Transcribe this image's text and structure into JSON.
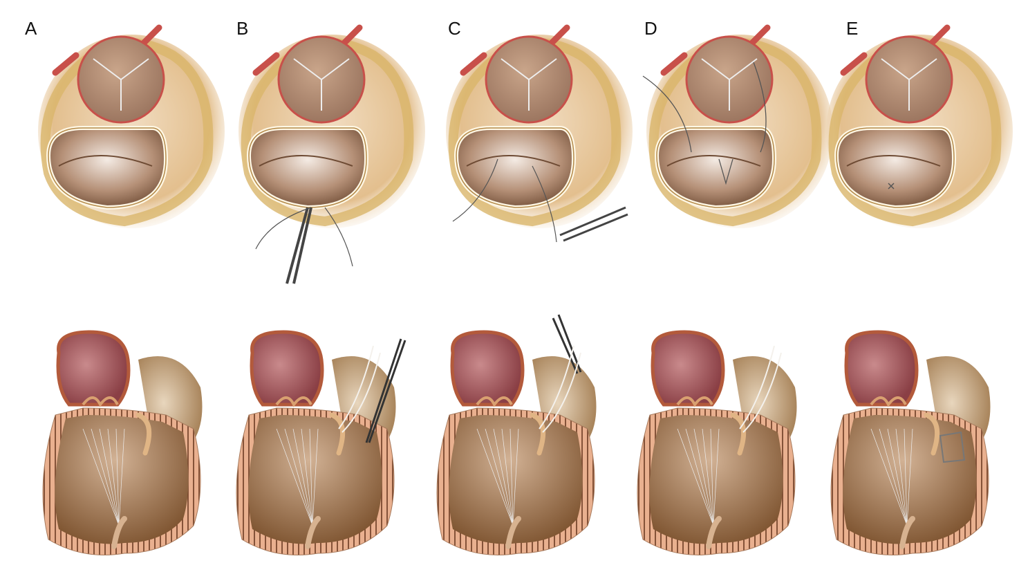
{
  "figure": {
    "panels": [
      {
        "label": "A"
      },
      {
        "label": "B"
      },
      {
        "label": "C"
      },
      {
        "label": "D"
      },
      {
        "label": "E"
      }
    ],
    "colors": {
      "tissue": "#e8c9a0",
      "fat": "#d9b56a",
      "aorta_red": "#c8504a",
      "valve_ring": "#fff8e6",
      "leaflet": "#b8977a",
      "heart_wall": "#e6a987",
      "chamber": "#a97a52",
      "atrium": "#9e4f55"
    }
  }
}
